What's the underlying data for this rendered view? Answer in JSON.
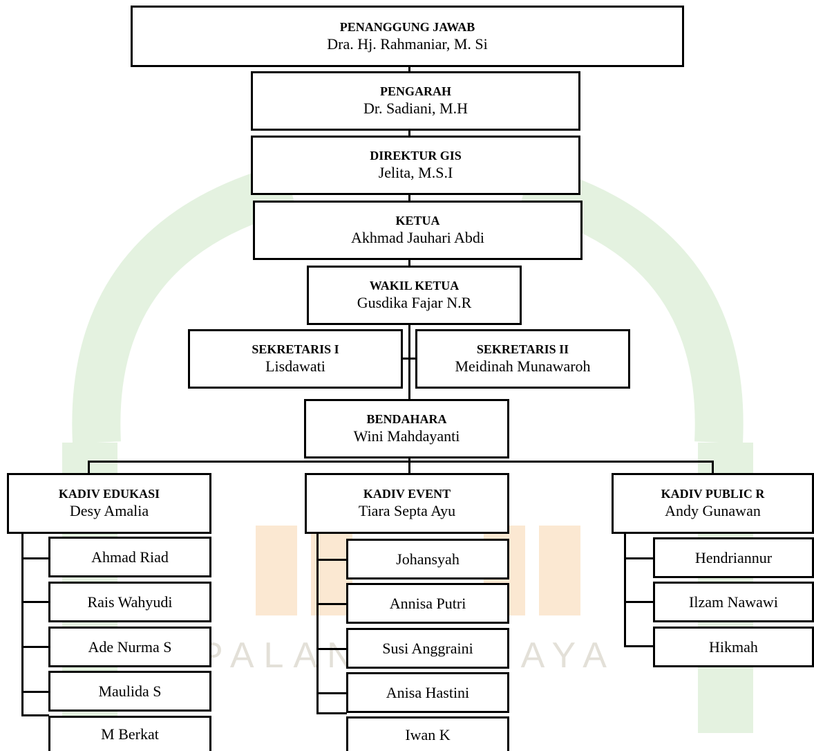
{
  "watermark": {
    "text": "PALANGKA RAYA",
    "colors": {
      "green": "#e4f2e0",
      "orange": "#fbe8d2",
      "gray": "#e3e0d8"
    }
  },
  "positions": {
    "penanggung_jawab": {
      "title": "PENANGGUNG JAWAB",
      "name": "Dra. Hj. Rahmaniar, M. Si"
    },
    "pengarah": {
      "title": "PENGARAH",
      "name": "Dr. Sadiani, M.H"
    },
    "direktur": {
      "title": "DIREKTUR GIS",
      "name": "Jelita, M.S.I"
    },
    "ketua": {
      "title": "KETUA",
      "name": "Akhmad Jauhari Abdi"
    },
    "wakil_ketua": {
      "title": "WAKIL KETUA",
      "name": "Gusdika Fajar N.R"
    },
    "sekretaris_1": {
      "title": "SEKRETARIS I",
      "name": "Lisdawati"
    },
    "sekretaris_2": {
      "title": "SEKRETARIS II",
      "name": "Meidinah Munawaroh"
    },
    "bendahara": {
      "title": "BENDAHARA",
      "name": "Wini Mahdayanti"
    }
  },
  "divisions": {
    "edukasi": {
      "title": "KADIV EDUKASI",
      "name": "Desy Amalia",
      "members": [
        "Ahmad Riad",
        "Rais Wahyudi",
        "Ade Nurma S",
        "Maulida S",
        "M Berkat"
      ]
    },
    "event": {
      "title": "KADIV EVENT",
      "name": "Tiara Septa Ayu",
      "members": [
        "Johansyah",
        "Annisa Putri",
        "Susi Anggraini",
        "Anisa Hastini",
        "Iwan K"
      ]
    },
    "public": {
      "title": "KADIV PUBLIC R",
      "name": "Andy Gunawan",
      "members": [
        "Hendriannur",
        "Ilzam Nawawi",
        "Hikmah"
      ]
    }
  }
}
